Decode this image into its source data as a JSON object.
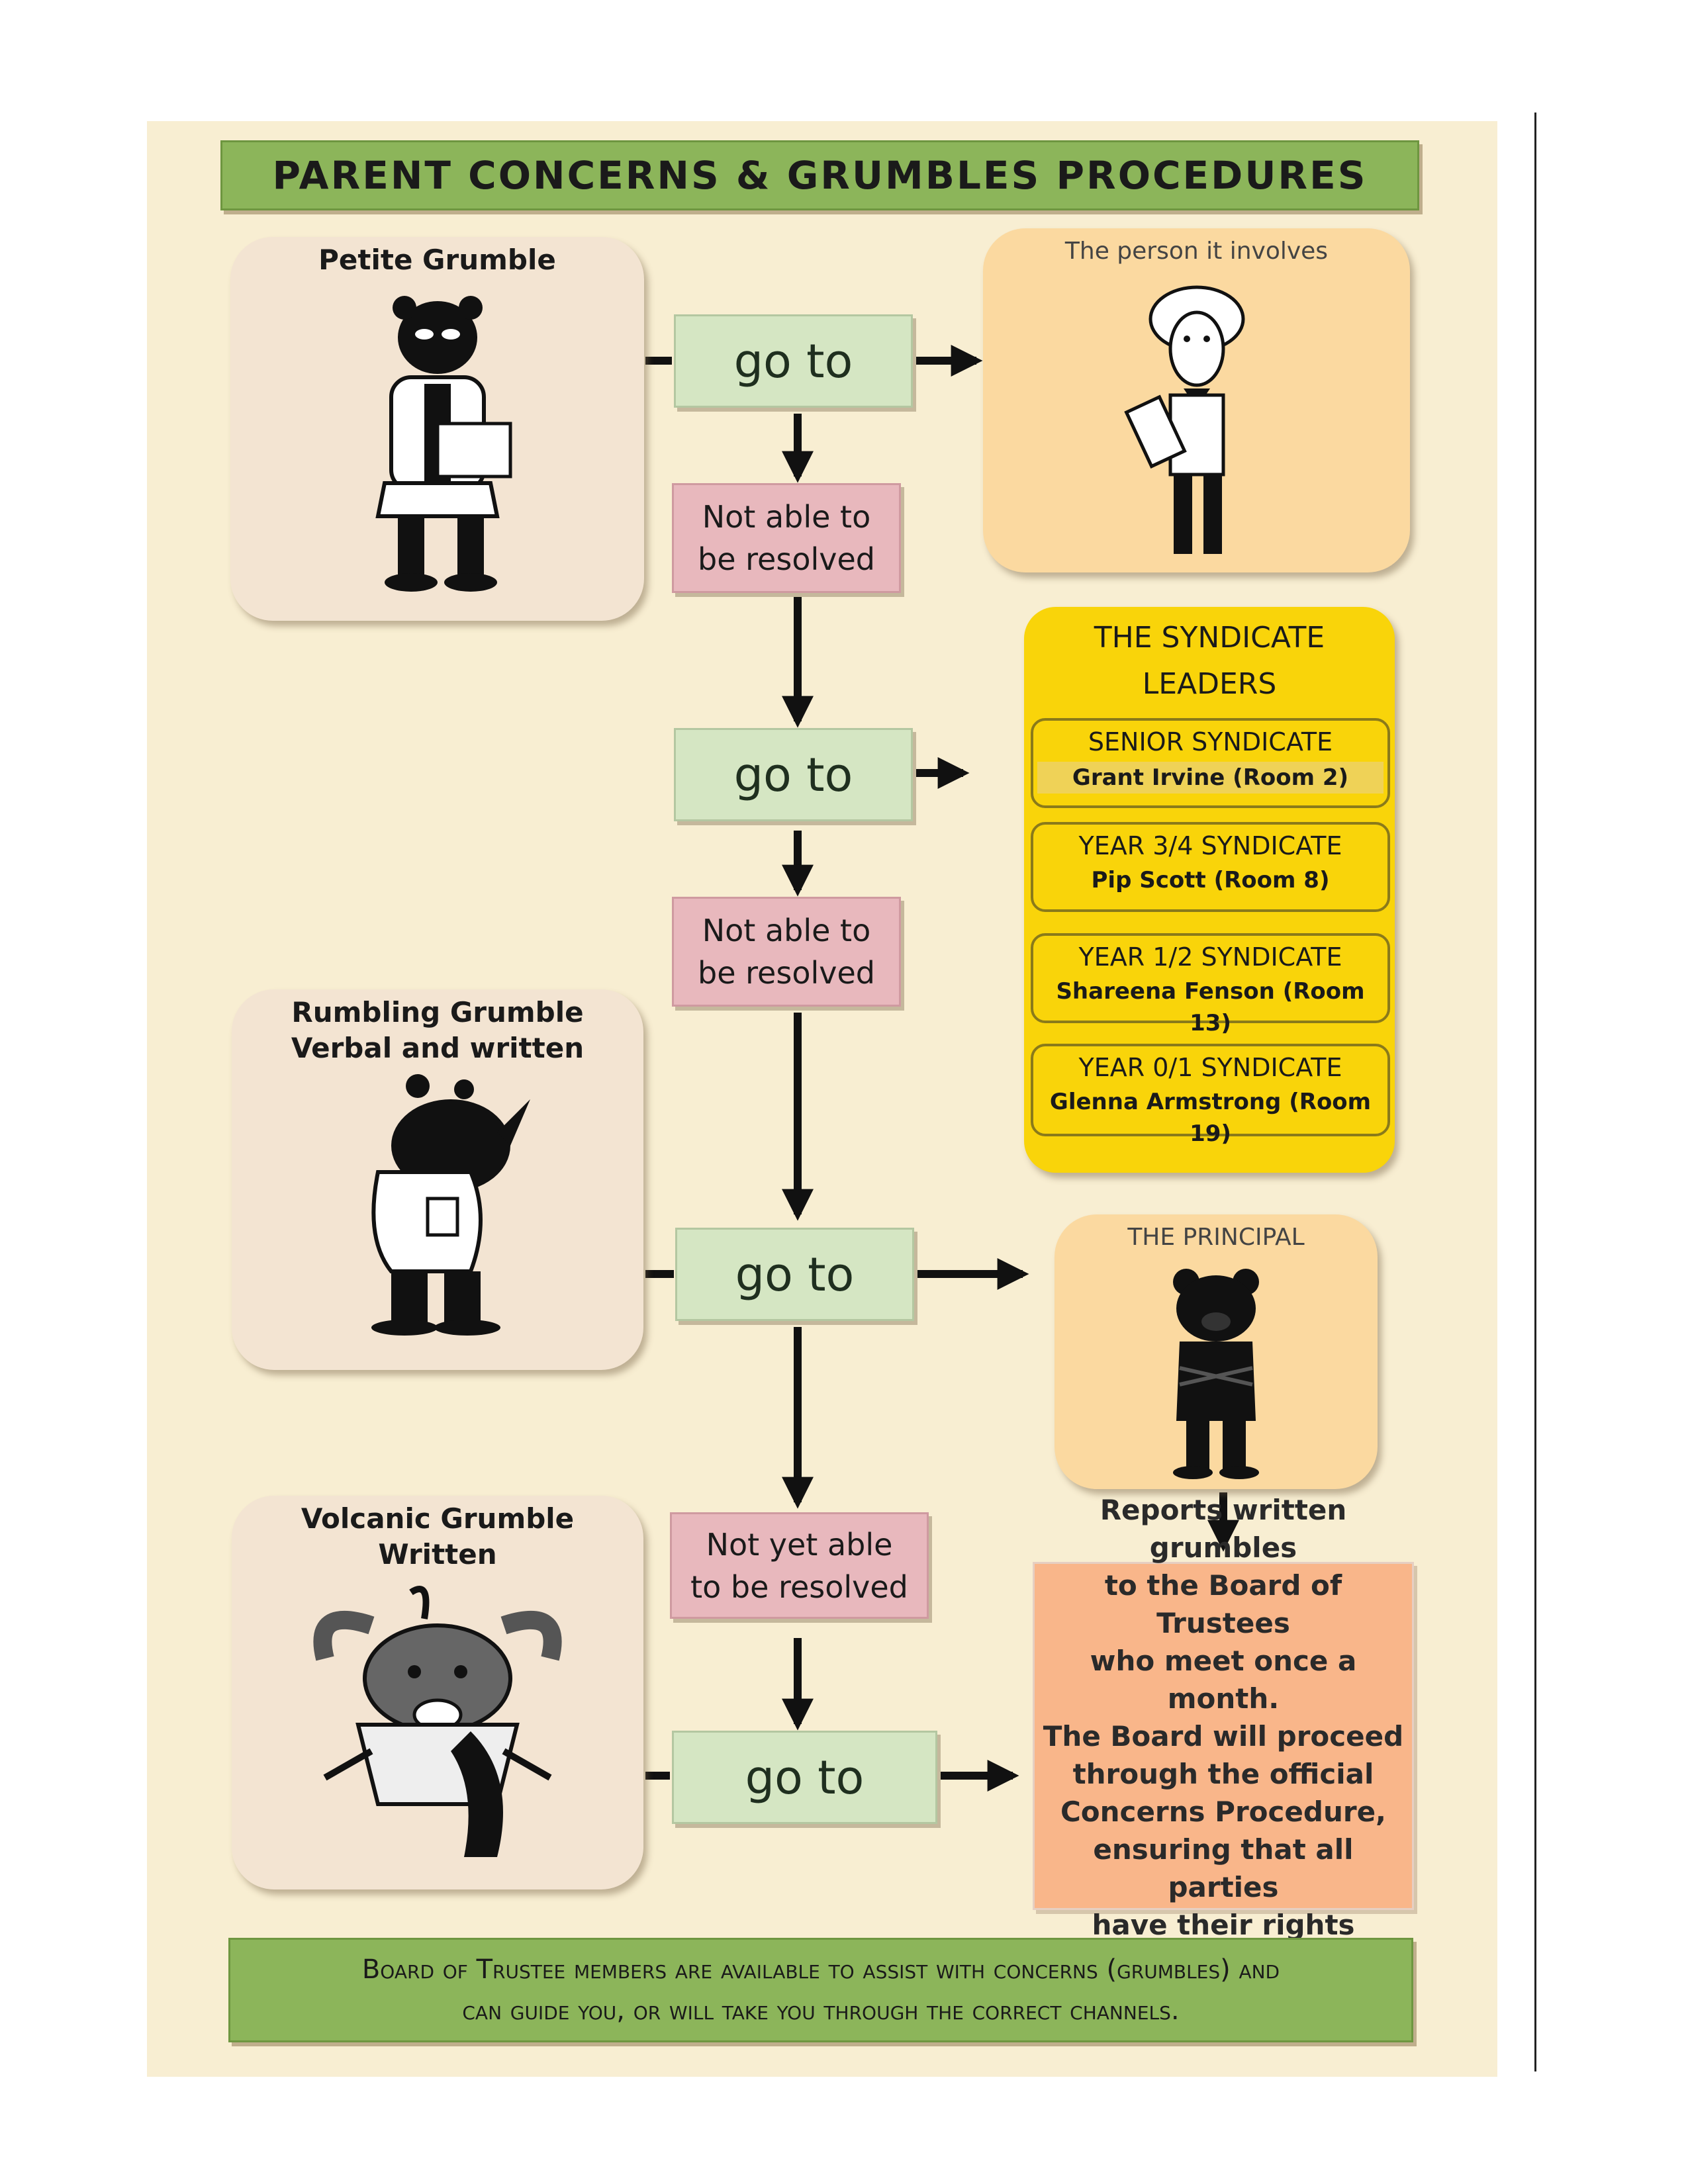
{
  "title": "PARENT CONCERNS & GRUMBLES PROCEDURES",
  "panels": {
    "petite": "Petite Grumble",
    "person": "The person it involves",
    "rumbling_1": "Rumbling Grumble",
    "rumbling_2": "Verbal and written",
    "volcanic_1": "Volcanic Grumble",
    "volcanic_2": "Written",
    "principal": "THE PRINCIPAL"
  },
  "go_to": "go to",
  "not_resolved_1": "Not able to",
  "not_resolved_2": "be resolved",
  "not_yet_1": "Not yet able",
  "not_yet_2": "to be resolved",
  "syndicate": {
    "title_1": "THE SYNDICATE",
    "title_2": "LEADERS",
    "groups": [
      {
        "name": "SENIOR SYNDICATE",
        "leader": "Grant Irvine (Room 2)"
      },
      {
        "name": "YEAR 3/4 SYNDICATE",
        "leader": "Pip Scott (Room 8)"
      },
      {
        "name": "YEAR 1/2 SYNDICATE",
        "leader": "Shareena Fenson (Room 13)"
      },
      {
        "name": "YEAR 0/1 SYNDICATE",
        "leader": "Glenna Armstrong (Room 19)"
      }
    ]
  },
  "report_lines": [
    "Reports written grumbles",
    "to the Board of Trustees",
    "who meet once a month.",
    "The Board will proceed",
    "through the official",
    "Concerns Procedure,",
    "ensuring that all parties",
    "have their rights upheld."
  ],
  "footer_1": "Board of Trustee members are available to assist with concerns (grumbles) and",
  "footer_2": "can guide you, or will take you through the correct channels.",
  "colors": {
    "background": "#f8eed2",
    "banner_green": "#8cb55a",
    "goto_green": "#d5e6c3",
    "resolve_pink": "#e8b8bd",
    "syndicate_yellow": "#f9d40a",
    "report_orange": "#f9b68a",
    "peach_panel": "#fbd9a0"
  },
  "icons": [
    "bear-writing-icon",
    "sheep-teacher-icon",
    "rhino-steaming-icon",
    "bull-angry-icon",
    "bear-principal-icon"
  ]
}
